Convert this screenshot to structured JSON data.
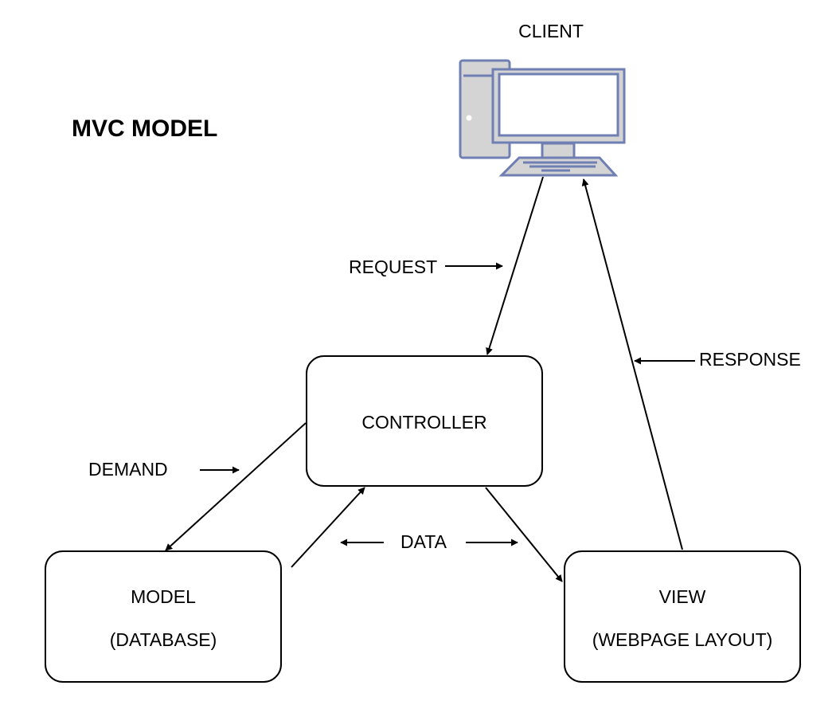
{
  "title": "MVC MODEL",
  "nodes": {
    "client": "CLIENT",
    "controller": "CONTROLLER",
    "model_line1": "MODEL",
    "model_line2": "(DATABASE)",
    "view_line1": "VIEW",
    "view_line2": "(WEBPAGE LAYOUT)"
  },
  "edges": {
    "request": "REQUEST",
    "response": "RESPONSE",
    "demand": "DEMAND",
    "data": "DATA"
  },
  "icons": {
    "client": "desktop-computer-icon"
  },
  "colors": {
    "computer_outline": "#6f7fb3",
    "computer_fill": "#d4d4d4"
  }
}
